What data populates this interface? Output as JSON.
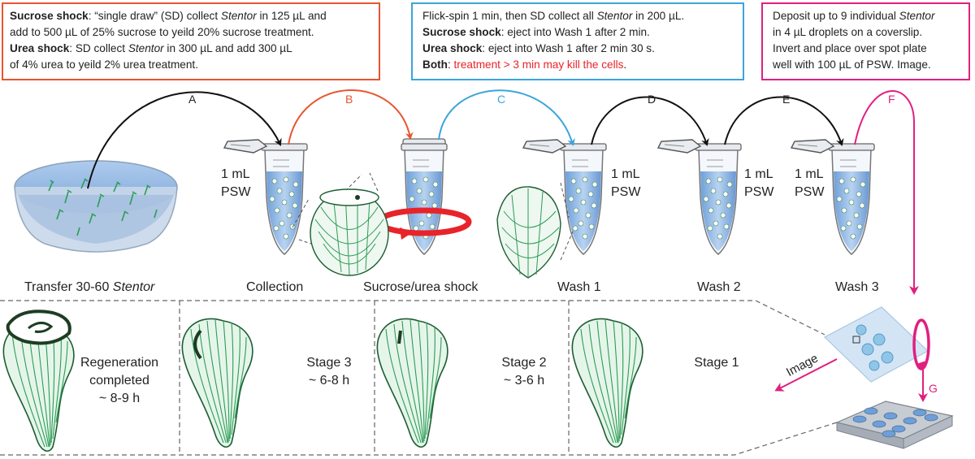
{
  "box_a": {
    "l1_b": "Sucrose shock",
    "l1_r": ": “single draw” (SD) collect ",
    "l1_i": "Stentor",
    "l1_e": " in 125 µL and",
    "l2": "add to 500 µL of 25% sucrose to yeild 20% sucrose treatment.",
    "l3_b": "Urea shock",
    "l3_r": ": SD collect ",
    "l3_i": "Stentor",
    "l3_e": " in 300 µL and add 300 µL",
    "l4": "of 4% urea to yeild 2% urea treatment."
  },
  "box_c": {
    "l1_r": "Flick-spin 1 min, then SD collect all ",
    "l1_i": "Stentor",
    "l1_e": " in 200 µL.",
    "l2_b": "Sucrose shock",
    "l2_r": ": eject into Wash 1 after 2 min.",
    "l3_b": "Urea shock",
    "l3_r": ": eject into Wash 1 after 2 min 30 s.",
    "l4_b": "Both",
    "l4_r": ": ",
    "l4_red": "treatment > 3 min may kill the cells",
    "l4_e": "."
  },
  "box_f": {
    "l1_r": "Deposit up to 9 individual ",
    "l1_i": "Stentor",
    "l2": "in 4 µL droplets on a coverslip.",
    "l3": "Invert and place over spot plate",
    "l4": "well with 100 µL of PSW. Image."
  },
  "steps": {
    "a": "A",
    "b": "B",
    "c": "C",
    "d": "D",
    "e": "E",
    "f": "F",
    "g": "G"
  },
  "volumes": {
    "v1": "1 mL",
    "v2": "PSW"
  },
  "labels": {
    "transfer_r": "Transfer 30-60 ",
    "transfer_i": "Stentor",
    "collection": "Collection",
    "shock": "Sucrose/urea shock",
    "wash1": "Wash 1",
    "wash2": "Wash 2",
    "wash3": "Wash 3",
    "image": "Image"
  },
  "stages": {
    "regen_1": "Regeneration",
    "regen_2": "completed",
    "regen_3": "~ 8-9 h",
    "s3_1": "Stage 3",
    "s3_2": "~ 6-8 h",
    "s2_1": "Stage 2",
    "s2_2": "~ 3-6 h",
    "s1_1": "Stage 1"
  },
  "colors": {
    "orange": "#e8552f",
    "blue": "#3aa5dc",
    "magenta": "#e0207f",
    "green": "#2a9d55",
    "red": "#e8232a"
  }
}
